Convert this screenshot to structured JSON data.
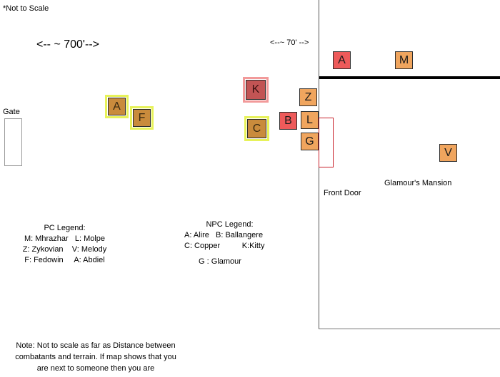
{
  "notice": "*Not to Scale",
  "scale_large": "<-- ~ 700'-->",
  "scale_small": "<--~ 70' -->",
  "gate_label": "Gate",
  "front_door_label": "Front Door",
  "mansion_label": "Glamour's Mansion",
  "tokens": {
    "A_out": "A",
    "M_out": "M",
    "A_glow": "A",
    "F_glow": "F",
    "K": "K",
    "C": "C",
    "Z": "Z",
    "B": "B",
    "L": "L",
    "G": "G",
    "V": "V"
  },
  "pc_legend": {
    "title": "PC Legend:",
    "line1": "M: Mhrazhar   L: Molpe",
    "line2": "Z: Zykovian    V: Melody",
    "line3": "F: Fedowin     A: Abdiel"
  },
  "npc_legend": {
    "title": "NPC Legend:",
    "line1": "A: Alire   B: Ballangere",
    "line2": "C: Copper          K:Kitty",
    "line3": "G : Glamour"
  },
  "note": {
    "line1": "Note: Not to scale as far as Distance between",
    "line2": "combatants and terrain. If map shows that you",
    "line3": "are next to someone then you are"
  },
  "colors": {
    "pc_token": "#f0a55e",
    "npc_token": "#ee5a5a",
    "highlight": "#e7f25a"
  }
}
